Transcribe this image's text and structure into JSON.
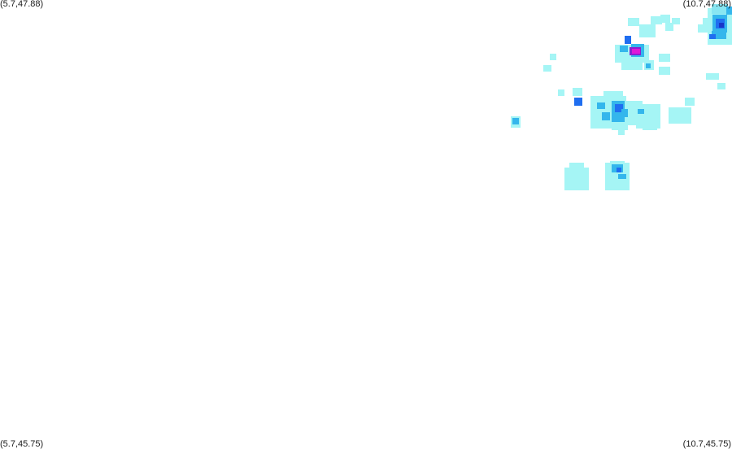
{
  "corners": {
    "top_left": "(5.7,47.88)",
    "top_right": "(10.7,47.88)",
    "bottom_left": "(5.7,45.75)",
    "bottom_right": "(10.7,45.75)"
  },
  "palette": {
    "light": "#a5f5f5",
    "light_alt": "#88e6f2",
    "medium": "#34b6ec",
    "strong": "#1f6ef0",
    "heavy": "#1836c8",
    "peak": "#e017d8",
    "peak_edge": "#8a20d0"
  }
}
